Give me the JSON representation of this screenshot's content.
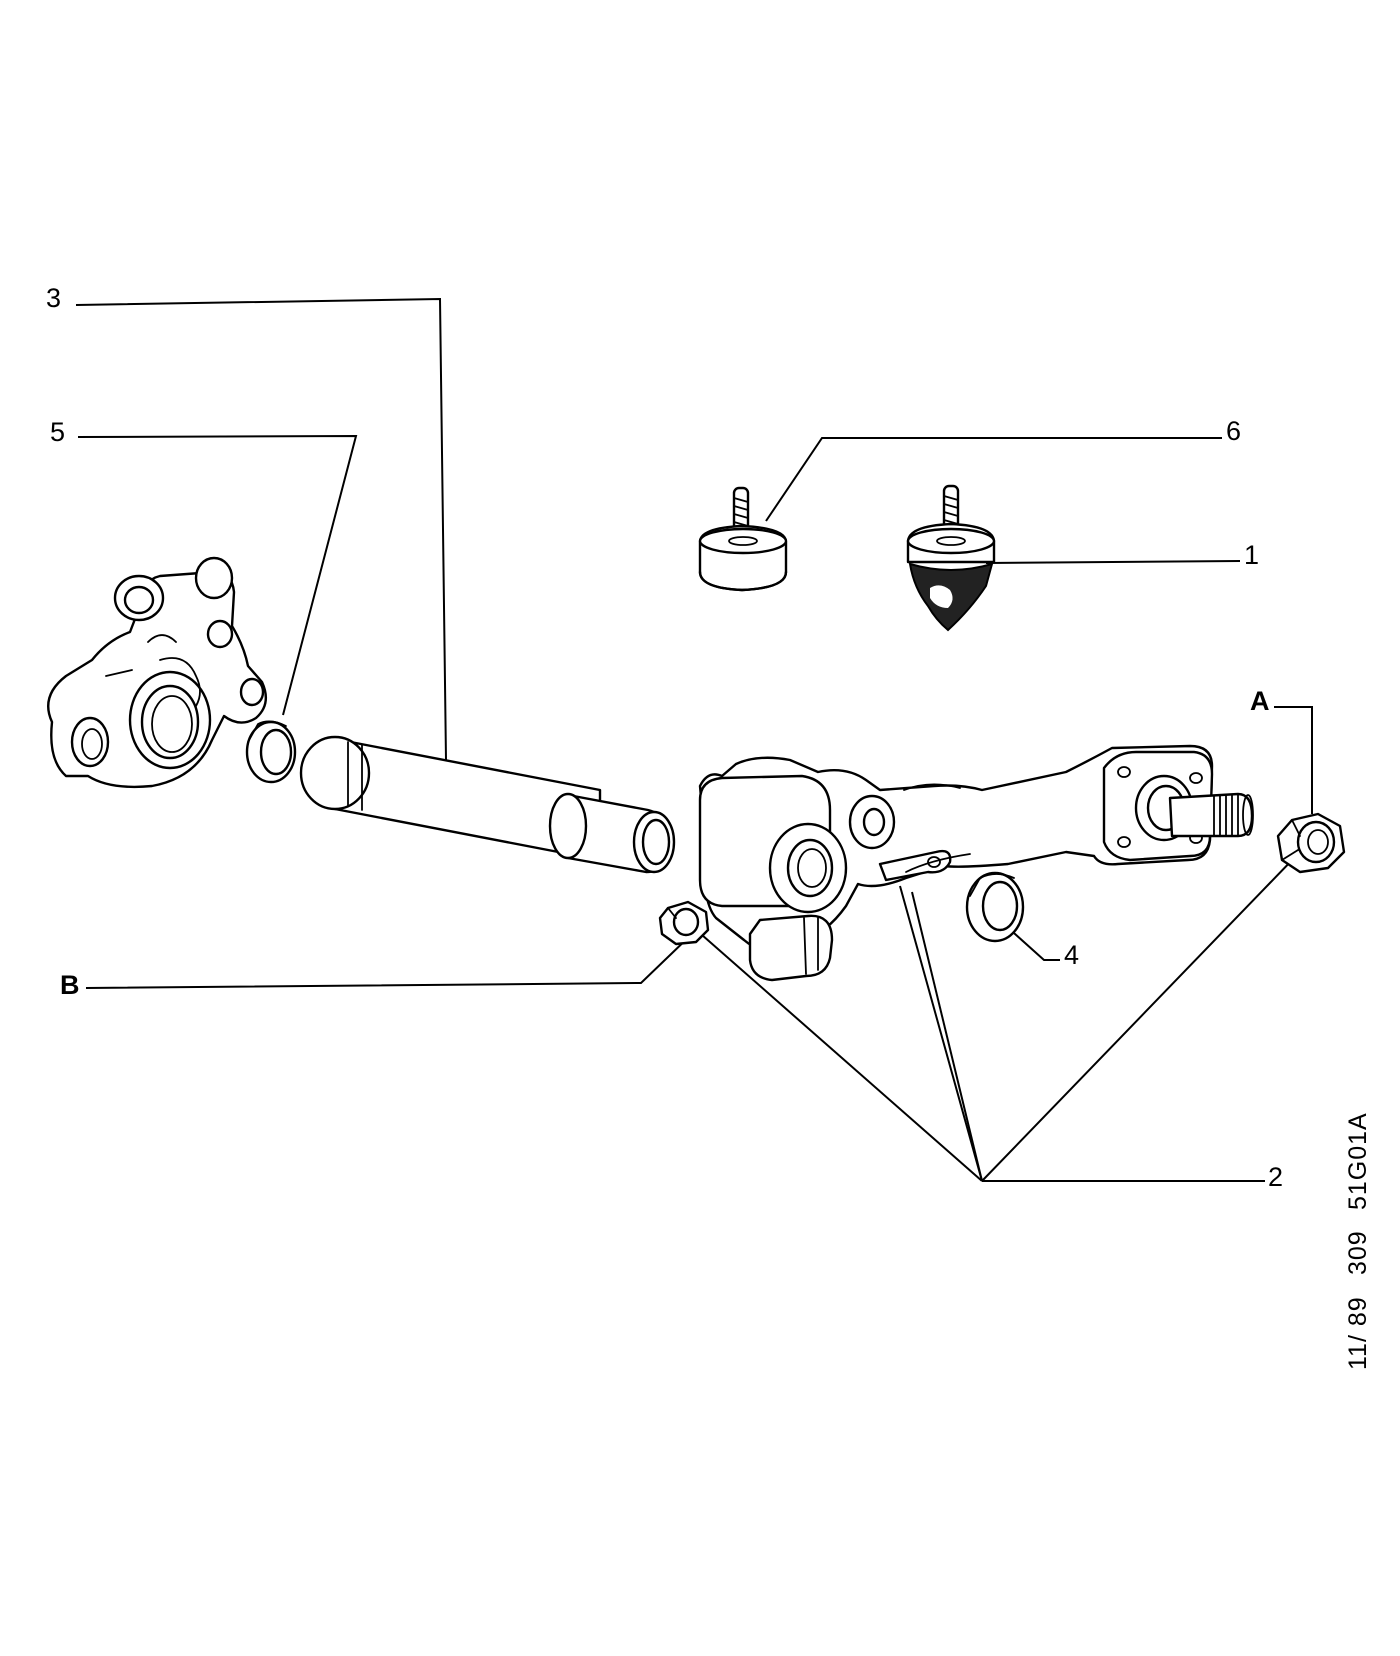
{
  "diagram": {
    "callouts": {
      "c1": "1",
      "c2": "2",
      "c3": "3",
      "c4": "4",
      "c5": "5",
      "c6": "6",
      "cA": "A",
      "cB": "B"
    },
    "reference": {
      "code": "51G01A",
      "model": "309",
      "date": "11/ 89"
    }
  }
}
